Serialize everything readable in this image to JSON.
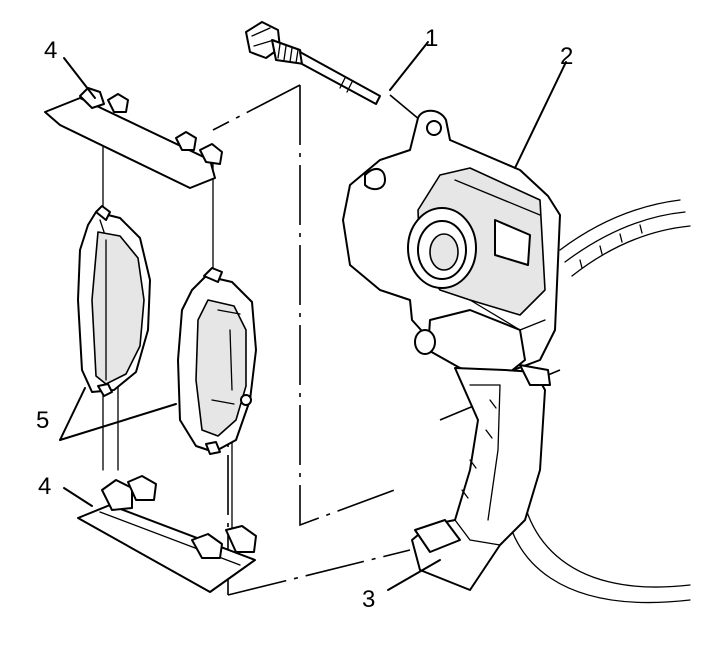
{
  "callouts": {
    "bolt": "1",
    "caliper": "2",
    "bracket": "3",
    "clip_upper": "4",
    "clip_lower": "4",
    "pads": "5"
  }
}
